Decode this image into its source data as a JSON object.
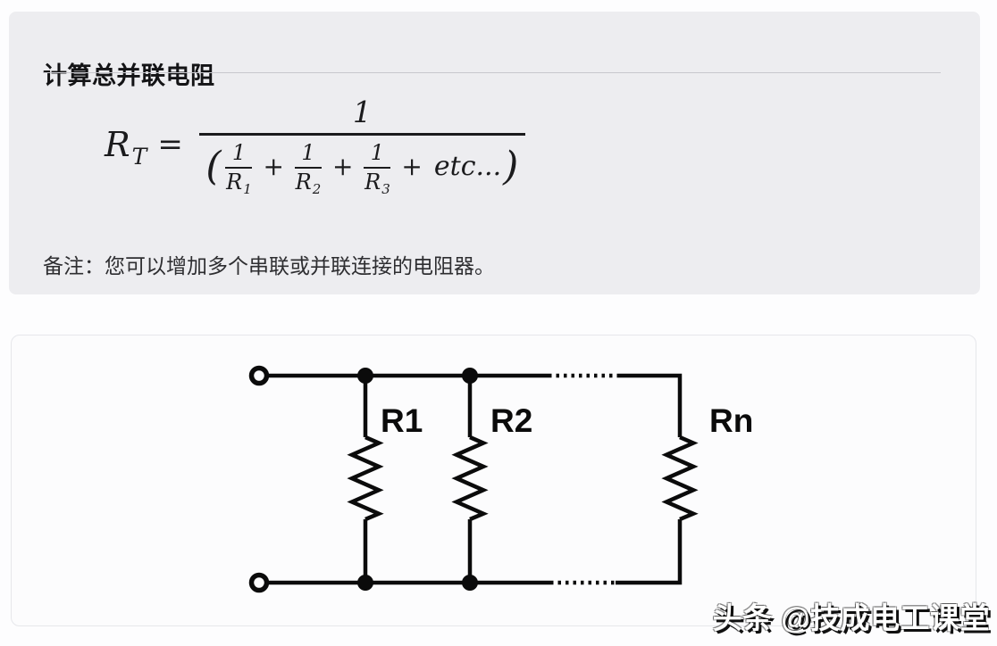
{
  "panel_formula": {
    "title": "计算总并联电阻",
    "formula": {
      "lhs_base": "R",
      "lhs_sub": "T",
      "equals": "=",
      "numerator": "1",
      "open_paren": "(",
      "close_paren": ")",
      "plus": "+",
      "terms": [
        {
          "num": "1",
          "den_base": "R",
          "den_sub": "1"
        },
        {
          "num": "1",
          "den_base": "R",
          "den_sub": "2"
        },
        {
          "num": "1",
          "den_base": "R",
          "den_sub": "3"
        }
      ],
      "etc_label": "etc..."
    },
    "note": "备注：您可以增加多个串联或并联连接的电阻器。"
  },
  "panel_circuit": {
    "resistor_labels": [
      "R1",
      "R2",
      "Rn"
    ]
  },
  "watermark": {
    "text": "头条 @技成电工课堂"
  },
  "colors": {
    "formula_card_bg": "#EDEDF0",
    "circuit_card_bg": "#FCFCFD",
    "circuit_card_border": "#E6E7EB",
    "circuit_stroke": "#0B0B0B",
    "title_text": "#141416",
    "note_text": "#2E2E31",
    "watermark_fill": "#FFFFFF"
  }
}
